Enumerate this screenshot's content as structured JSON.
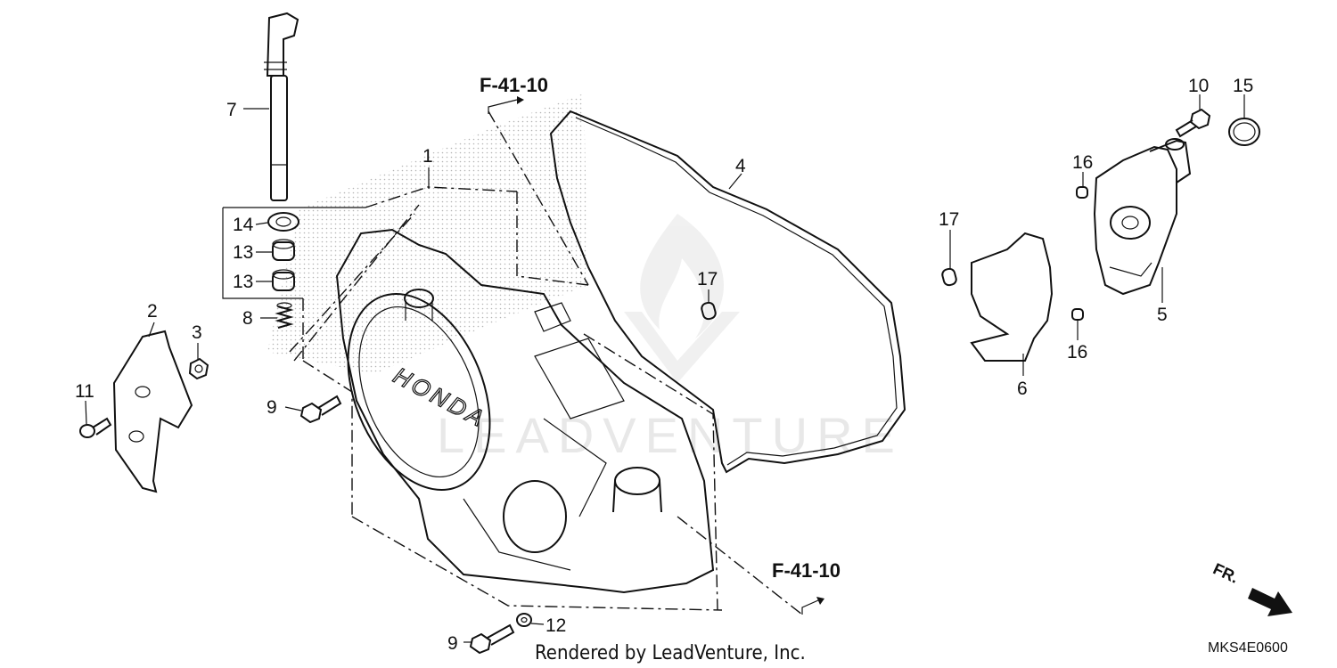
{
  "labels": {
    "l1": "1",
    "l2": "2",
    "l3": "3",
    "l4": "4",
    "l5": "5",
    "l6": "6",
    "l7": "7",
    "l8": "8",
    "l9a": "9",
    "l9b": "9",
    "l10": "10",
    "l11": "11",
    "l12": "12",
    "l13a": "13",
    "l13b": "13",
    "l14": "14",
    "l15": "15",
    "l16a": "16",
    "l16b": "16",
    "l17a": "17",
    "l17b": "17"
  },
  "references": {
    "top": "F-41-10",
    "bottom": "F-41-10"
  },
  "front_marker": "FR.",
  "credit": "Rendered by LeadVenture, Inc.",
  "diagram_code": "MKS4E0600",
  "watermark": "LEADVENTURE",
  "brand_text": "HONDA",
  "colors": {
    "ink": "#111111",
    "watermark": "#e6e6e6",
    "background": "#ffffff"
  }
}
